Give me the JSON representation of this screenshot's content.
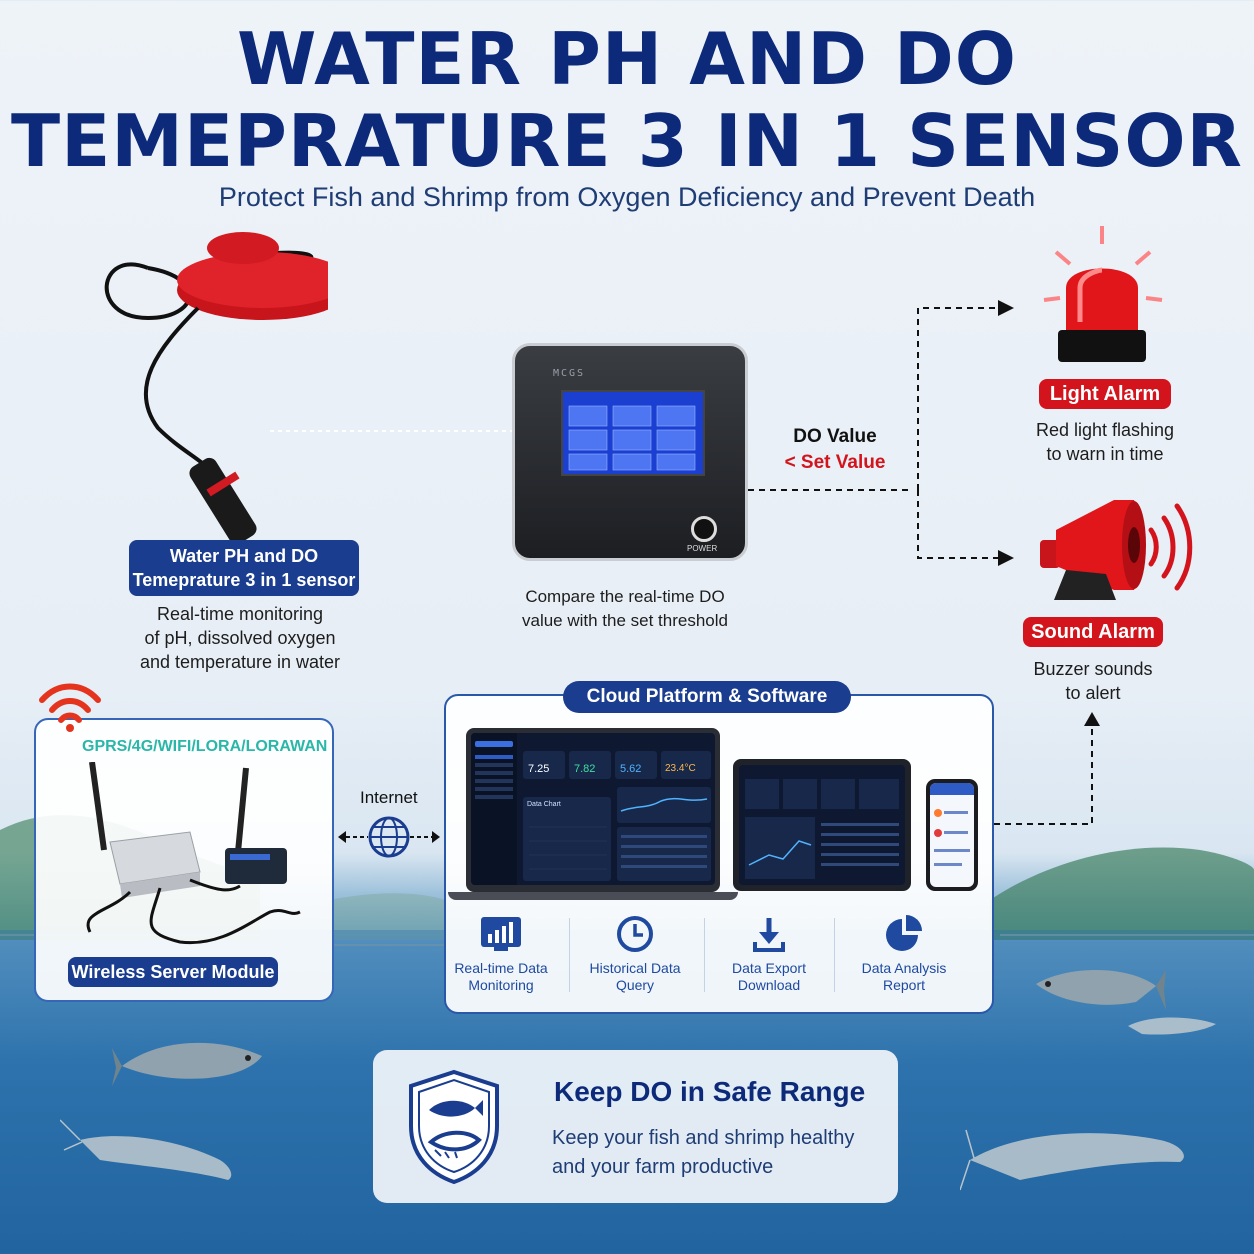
{
  "title_line1": "WATER PH AND DO",
  "title_line2": "TEMEPRATURE 3 IN 1 SENSOR",
  "subtitle": "Protect Fish and Shrimp from Oxygen Deficiency and Prevent Death",
  "sensor": {
    "label_line1": "Water PH and DO",
    "label_line2": "Temeprature 3 in 1 sensor",
    "desc_line1": "Real-time monitoring",
    "desc_line2": "of pH, dissolved oxygen",
    "desc_line3": "and temperature in water"
  },
  "controller": {
    "brand": "MCGS",
    "power": "POWER",
    "desc_line1": "Compare the real-time DO",
    "desc_line2": "value with the set threshold"
  },
  "condition": {
    "line1": "DO Value",
    "line2": "< Set Value"
  },
  "light_alarm": {
    "label": "Light Alarm",
    "desc_line1": "Red light flashing",
    "desc_line2": "to warn in time"
  },
  "sound_alarm": {
    "label": "Sound Alarm",
    "desc_line1": "Buzzer sounds",
    "desc_line2": "to alert"
  },
  "wireless": {
    "protocols": "GPRS/4G/WIFI/LORA/LORAWAN",
    "label": "Wireless Server Module"
  },
  "internet": "Internet",
  "cloud": {
    "header": "Cloud Platform & Software",
    "dashboard_values": [
      "7.25",
      "7.82",
      "5.62",
      "23.4°C"
    ],
    "dashboard_chart": "Data Chart",
    "features": [
      {
        "line1": "Real-time Data",
        "line2": "Monitoring",
        "icon": "bar-chart-icon"
      },
      {
        "line1": "Historical Data",
        "line2": "Query",
        "icon": "clock-icon"
      },
      {
        "line1": "Data Export",
        "line2": "Download",
        "icon": "download-icon"
      },
      {
        "line1": "Data Analysis",
        "line2": "Report",
        "icon": "pie-chart-icon"
      }
    ]
  },
  "safe": {
    "heading": "Keep DO in Safe Range",
    "desc_line1": "Keep your fish and shrimp healthy",
    "desc_line2": "and your farm productive"
  },
  "colors": {
    "navy": "#0d2a7a",
    "pill_blue": "#1a3d8f",
    "alarm_red": "#d3141c",
    "protocol_green": "#2bb7a8"
  }
}
